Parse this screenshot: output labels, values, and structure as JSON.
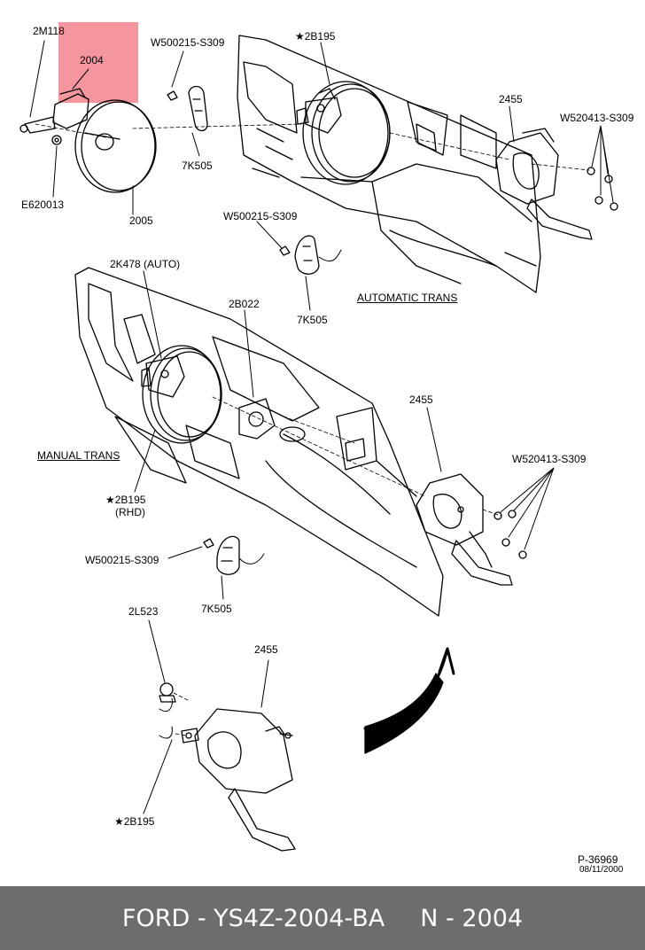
{
  "callouts": {
    "c_2m118": "2M118",
    "c_2004": "2004",
    "c_e620013": "E620013",
    "c_2005": "2005",
    "c_w500215_a": "W500215-S309",
    "c_7k505_a": "7K505",
    "c_2b195_top": "★2B195",
    "c_2455_top": "2455",
    "c_w520413_top": "W520413-S309",
    "c_w500215_b": "W500215-S309",
    "c_7k505_b": "7K505",
    "c_auto_trans": "AUTOMATIC TRANS",
    "c_2k478": "2K478 (AUTO)",
    "c_2b022": "2B022",
    "c_2455_mid": "2455",
    "c_manual_trans": "MANUAL TRANS",
    "c_w520413_mid": "W520413-S309",
    "c_2b195_rhd": "★2B195",
    "c_rhd": "(RHD)",
    "c_w500215_c": "W500215-S309",
    "c_7k505_c": "7K505",
    "c_2l523": "2L523",
    "c_2455_bot": "2455",
    "c_2b195_bot": "★2B195",
    "c_code": "P-36969",
    "c_date": "08/11/2000"
  },
  "footer": {
    "part_text": "FORD - YS4Z-2004-BA",
    "ref_text": "N - 2004"
  },
  "colors": {
    "highlight": "#ec4050",
    "footer_bg": "#6d6d6d",
    "footer_text": "#ffffff"
  }
}
